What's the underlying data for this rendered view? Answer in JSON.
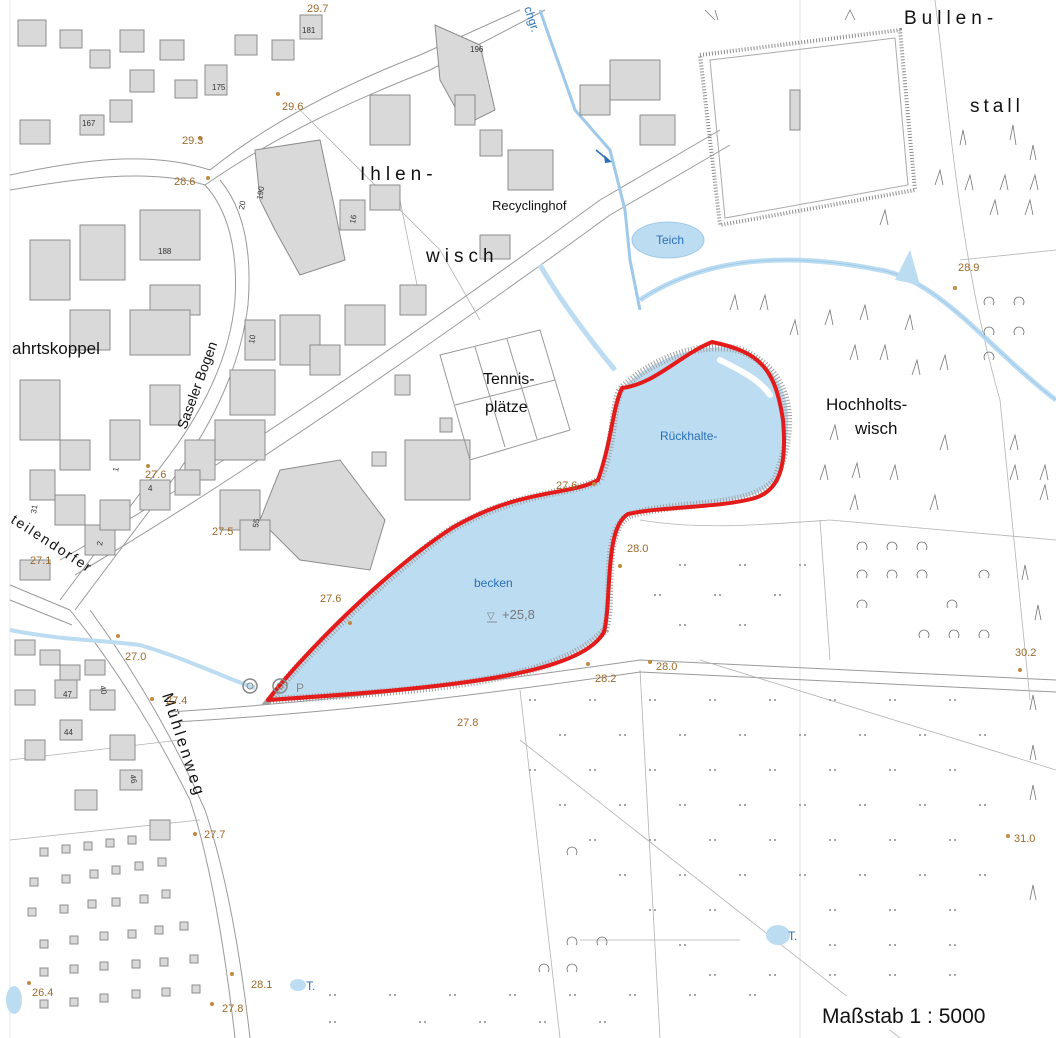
{
  "place_labels": {
    "bullen": "Bullen-",
    "stall": "stall",
    "ihlen": "Ihlen-",
    "wisch": "wisch",
    "recyclinghof": "Recyclinghof",
    "fahrtskoppel": "ahrtskoppel",
    "saseler_bogen": "Saseler Bogen",
    "tennis": "Tennis-",
    "plaetze": "plätze",
    "hochholts": "Hochholts-",
    "hochholts_wisch": "wisch",
    "steilendorfer": "teilendorfer",
    "muehlenweg": "Mühlenweg",
    "parking": "P"
  },
  "water_labels": {
    "teich": "Teich",
    "rueckhalte": "Rückhalte-",
    "becken": "becken",
    "bach": "chgr.",
    "t1": "T.",
    "t2": "T."
  },
  "water_level": "+25,8",
  "elevations": [
    "29.7",
    "29.6",
    "29.3",
    "28.6",
    "28.9",
    "27.6",
    "27.6",
    "27.5",
    "27.1",
    "27.6",
    "28.0",
    "27.0",
    "27.4",
    "28.2",
    "28.0",
    "30.2",
    "27.8",
    "27.7",
    "31.0",
    "28.1",
    "26.4",
    "27.8"
  ],
  "house_numbers": [
    "181",
    "196",
    "175",
    "167",
    "20",
    "190",
    "16",
    "188",
    "10",
    "31",
    "4",
    "1",
    "2",
    "55",
    "47",
    "40",
    "44",
    "46"
  ],
  "scale": "Maßstab 1 : 5000",
  "colors": {
    "boundary": "#e31b1b",
    "water": "#bcdcf2",
    "stream": "#9ec9ea",
    "building_fill": "#d9d9d9",
    "building_stroke": "#8c8c8c",
    "elevation_text": "#9b6a2b"
  }
}
